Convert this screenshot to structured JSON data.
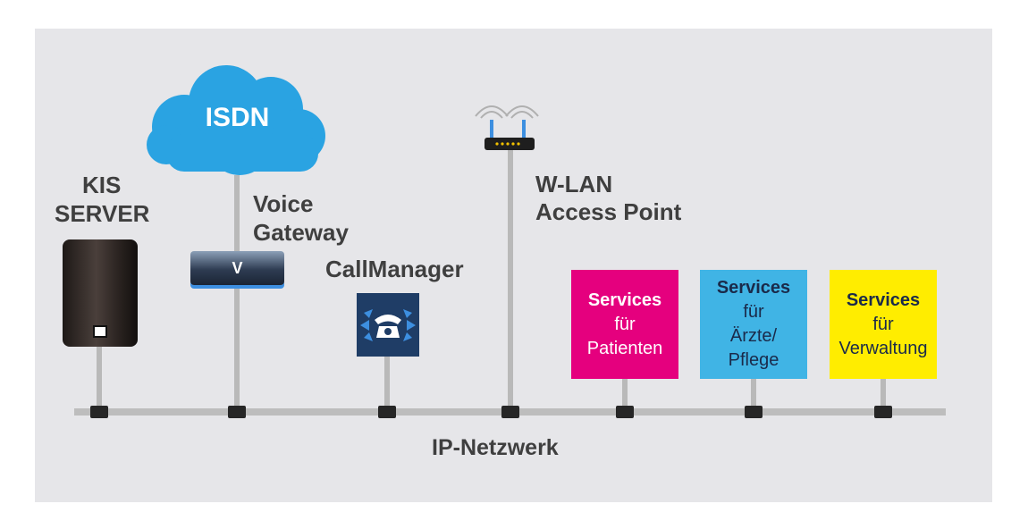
{
  "diagram": {
    "cloud_label": "ISDN",
    "kis_server_label": [
      "KIS",
      "SERVER"
    ],
    "voice_gateway_label": [
      "Voice",
      "Gateway"
    ],
    "gateway_badge": "V",
    "callmanager_label": "CallManager",
    "wlan_label": [
      "W-LAN",
      "Access Point"
    ],
    "network_label": "IP-Netzwerk",
    "services": [
      {
        "lines": [
          "Services",
          "für",
          "Patienten"
        ],
        "bg": "#e5007e",
        "fg": "#ffffff"
      },
      {
        "lines": [
          "Services",
          "für",
          "Ärzte/",
          "Pflege"
        ],
        "bg": "#40b4e5",
        "fg": "#1a2a4a"
      },
      {
        "lines": [
          "Services",
          "für",
          "Verwaltung"
        ],
        "bg": "#ffed00",
        "fg": "#1a2a4a"
      }
    ],
    "colors": {
      "cloud": "#2aa3e2",
      "background_panel": "#e6e6e9",
      "bus": "#bdbdbd",
      "callmanager_box": "#1f3d66",
      "accent_blue": "#3d8fe0"
    },
    "icons": [
      "server-icon",
      "cloud-icon",
      "gateway-icon",
      "phone-icon",
      "router-icon"
    ]
  }
}
